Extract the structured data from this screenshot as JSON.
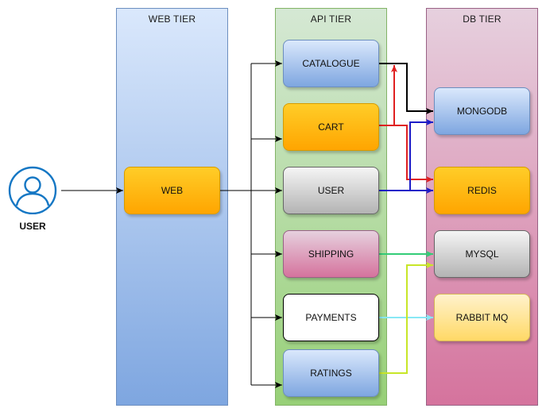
{
  "tiers": {
    "web": {
      "title": "WEB TIER"
    },
    "api": {
      "title": "API TIER"
    },
    "db": {
      "title": "DB TIER"
    }
  },
  "actor": {
    "label": "USER",
    "icon": "user-icon"
  },
  "nodes": {
    "web": "WEB",
    "catalogue": "CATALOGUE",
    "cart": "CART",
    "user": "USER",
    "shipping": "SHIPPING",
    "payments": "PAYMENTS",
    "ratings": "RATINGS",
    "mongodb": "MONGODB",
    "redis": "REDIS",
    "mysql": "MYSQL",
    "rabbitmq": "RABBIT MQ"
  },
  "connections": [
    {
      "from": "user-actor",
      "to": "web",
      "color": "#000000"
    },
    {
      "from": "web",
      "to": "catalogue",
      "color": "#000000"
    },
    {
      "from": "web",
      "to": "cart",
      "color": "#000000"
    },
    {
      "from": "web",
      "to": "user",
      "color": "#000000"
    },
    {
      "from": "web",
      "to": "shipping",
      "color": "#000000"
    },
    {
      "from": "web",
      "to": "payments",
      "color": "#000000"
    },
    {
      "from": "web",
      "to": "ratings",
      "color": "#000000"
    },
    {
      "from": "catalogue",
      "to": "mongodb",
      "color": "#000000"
    },
    {
      "from": "cart",
      "to": "redis",
      "color": "#e02020"
    },
    {
      "from": "cart",
      "to": "catalogue",
      "color": "#e02020"
    },
    {
      "from": "user",
      "to": "mongodb",
      "color": "#1c1cc8"
    },
    {
      "from": "user",
      "to": "redis",
      "color": "#1c1cc8"
    },
    {
      "from": "shipping",
      "to": "mysql",
      "color": "#33cc77"
    },
    {
      "from": "payments",
      "to": "rabbitmq",
      "color": "#88e8f5"
    },
    {
      "from": "ratings",
      "to": "mysql",
      "color": "#c8e628"
    }
  ]
}
